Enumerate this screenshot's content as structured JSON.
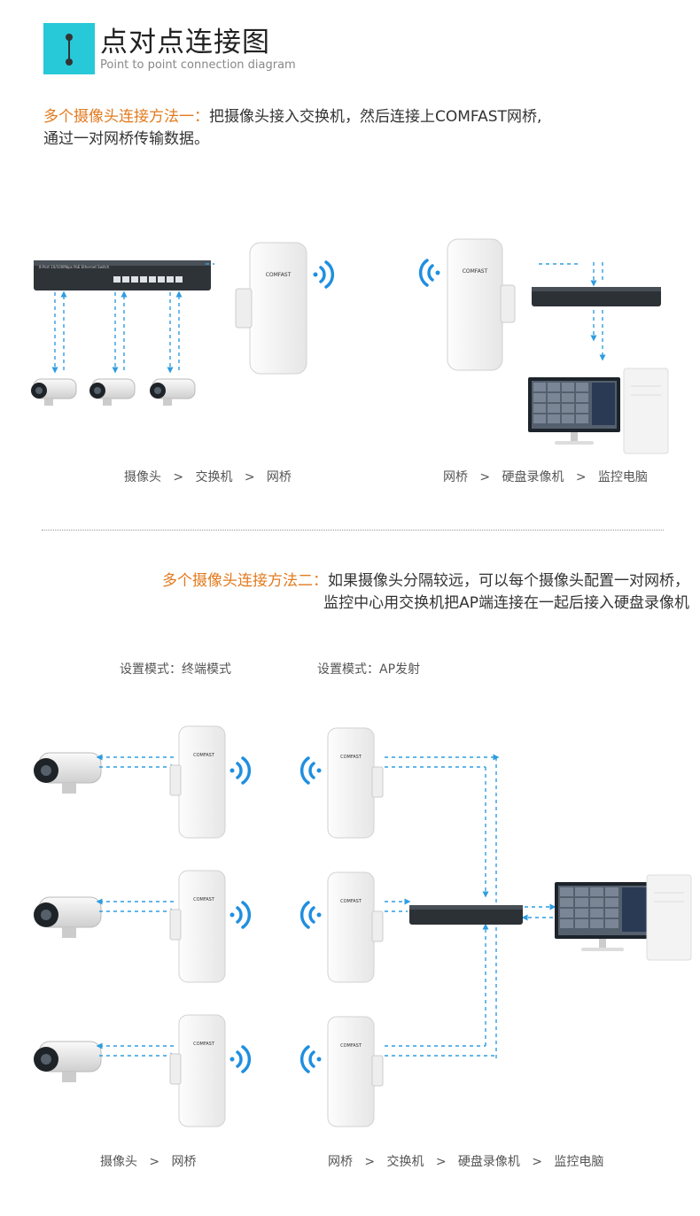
{
  "header": {
    "title": "点对点连接图",
    "subtitle": "Point to point connection diagram"
  },
  "method1": {
    "label": "多个摄像头连接方法一：",
    "text_line1": "把摄像头接入交换机，然后连接上COMFAST网桥,",
    "text_line2": "通过一对网桥传输数据。"
  },
  "method1_captions": {
    "left": [
      "摄像头",
      "交换机",
      "网桥"
    ],
    "right": [
      "网桥",
      "硬盘录像机",
      "监控电脑"
    ],
    "sep": ">"
  },
  "method2": {
    "label": "多个摄像头连接方法二：",
    "text_line1": "如果摄像头分隔较远，可以每个摄像头配置一对网桥，",
    "text_line2": "监控中心用交换机把AP端连接在一起后接入硬盘录像机"
  },
  "modes": {
    "left": "设置模式：终端模式",
    "right": "设置模式：AP发射"
  },
  "method2_captions": {
    "left": [
      "摄像头",
      "网桥"
    ],
    "right": [
      "网桥",
      "交换机",
      "硬盘录像机",
      "监控电脑"
    ],
    "sep": ">"
  },
  "device_labels": {
    "bridge_brand": "COMFAST",
    "switch_label": "8-Port 10/100Mbps PoE Ethernet Switch"
  },
  "colors": {
    "accent": "#27c8d8",
    "highlight": "#e37a1e",
    "link": "#2f9de0",
    "wifi": "#1f8fe0"
  }
}
